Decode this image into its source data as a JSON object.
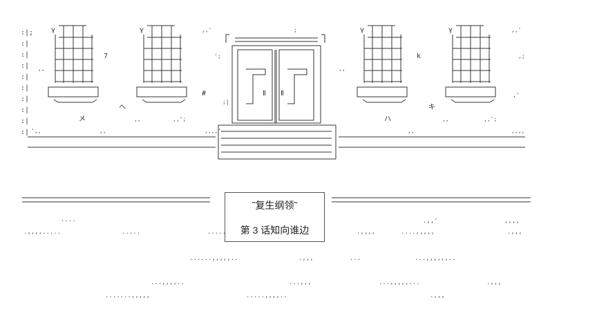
{
  "title_box": {
    "title": "˜复生纲领˜",
    "chapter": "第 3 话知向谁边"
  },
  "marks": {
    "katakana_me": "メ",
    "katakana_he": "ヘ",
    "katakana_ha": "ハ",
    "katakana_ki": "キ",
    "hash": "#",
    "roman_two_left": "Ⅱ",
    "roman_two_right": "Ⅱ",
    "seven": "7",
    "k": "k",
    "gamma": "γ"
  },
  "colors": {
    "line": "#333333",
    "background": "#ffffff"
  }
}
